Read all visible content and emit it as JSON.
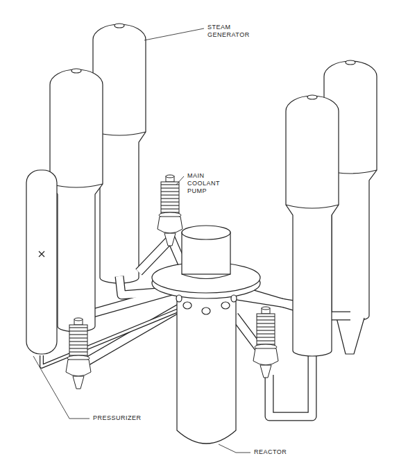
{
  "diagram": {
    "labels": [
      "STEAM GENERATOR",
      "MAIN COOLANT PUMP",
      "PRESSURIZER",
      "REACTOR"
    ]
  }
}
